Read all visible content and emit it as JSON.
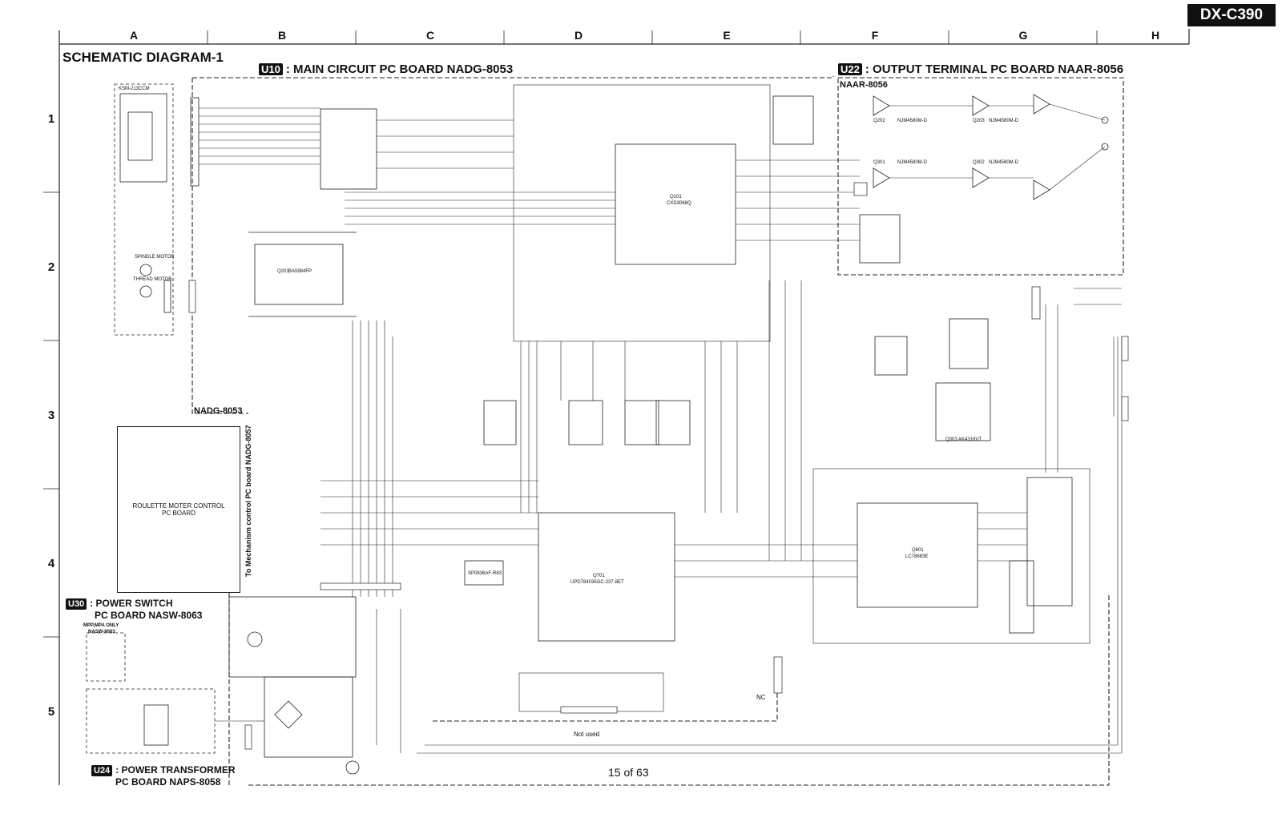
{
  "header": {
    "model": "DX-C390",
    "columns": [
      "A",
      "B",
      "C",
      "D",
      "E",
      "F",
      "G",
      "H"
    ],
    "rows": [
      "1",
      "2",
      "3",
      "4",
      "5"
    ]
  },
  "diagram": {
    "title": "SCHEMATIC DIAGRAM-1",
    "main_board": {
      "tag": "U10",
      "label": ": MAIN CIRCUIT PC BOARD  NADG-8053",
      "code": "NADG-8053"
    },
    "output_board": {
      "tag": "U22",
      "label": ": OUTPUT TERMINAL PC BOARD  NAAR-8056",
      "code": "NAAR-8056"
    },
    "power_switch_board": {
      "tag": "U30",
      "line1": ": POWER SWITCH",
      "line2": "PC BOARD NASW-8063",
      "note": "MPP,MPA ONLY",
      "code": "NASW-8063"
    },
    "power_transformer_board": {
      "tag": "U24",
      "line1": ": POWER TRANSFORMER",
      "line2": "PC BOARD NAPS-8058"
    },
    "roulette_box": {
      "line1": "ROULETTE MOTER CONTROL",
      "line2": "PC BOARD"
    },
    "mechanism_note": "To Mechanism control PC board NADG-8057",
    "pickup": "KSM-213CCM",
    "spindle_motor": "SPINDLE MOTOR",
    "thread_motor": "THREAD MOTOR",
    "chips": {
      "q101": "Q101",
      "q101_part": "CXD3068Q",
      "q201": "Q201",
      "q201_part": "BA5984FP",
      "q701": "Q701",
      "q701_part": "UPD784036GC-237-8ET",
      "q801": "Q801",
      "q801_part": "LC78683E",
      "q303": "Q303",
      "q303_part": "AK4316VT",
      "q202": "Q202",
      "q202_part": "NJM4580M-D",
      "q203": "Q203",
      "q203_part": "NJM4580M-D",
      "q301": "Q301",
      "q301_part": "NJM4580M-D",
      "q302": "Q302",
      "q302_part": "NJM4580M-D",
      "q702": "SP0836AF-R83"
    },
    "not_used": "Not used",
    "nc": "NC"
  },
  "footer": {
    "page": "15 of 63"
  }
}
